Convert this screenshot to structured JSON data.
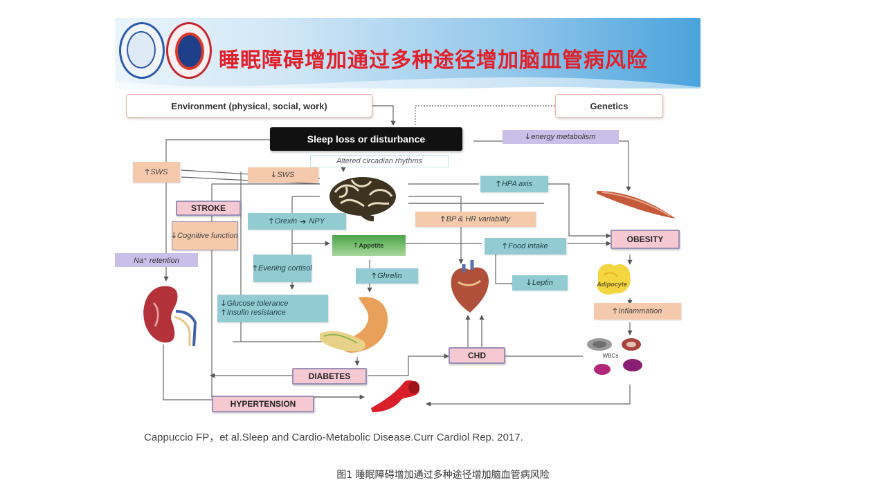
{
  "slide": {
    "title": "睡眠障碍增加通过多种途径增加脑血管病风险",
    "citation": "Cappuccio FP，et al.Sleep and Cardio-Metabolic Disease.Curr Cardiol Rep. 2017."
  },
  "diagram": {
    "environment": "Environment (physical, social, work)",
    "genetics": "Genetics",
    "sleep_loss": "Sleep loss or disturbance",
    "energy_metabolism": "energy metabolism",
    "altered_circadian": "Altered circadian rhythms",
    "sws_up": "SWS",
    "sws_down": "SWS",
    "hpa_axis": "HPA axis",
    "stroke": "STROKE",
    "cognitive_function": "Cognitive function",
    "orexin": "Orexin",
    "npy": "NPY",
    "bp_hr": "BP & HR variability",
    "obesity": "OBESITY",
    "na_retention": "Na⁺ retention",
    "appetite": "Appetite",
    "food_intake": "Food intake",
    "evening_cortisol": "Evening cortisol",
    "ghrelin": "Ghrelin",
    "leptin": "Leptin",
    "adipocyte": "Adipocyte",
    "glucose_tolerance": "Glucose tolerance",
    "insulin_resistance": "Insulin resistance",
    "inflammation": "Inflammation",
    "chd": "CHD",
    "wbcs": "WBCs",
    "diabetes": "DIABETES",
    "hypertension": "HYPERTENSION",
    "up_arrow": "🡑",
    "down_arrow": "🡓",
    "right_arrow": "➔"
  },
  "caption": "图1 睡眠障碍增加通过多种途径增加脑血管病风险",
  "colors": {
    "title_red": "#e0202a",
    "peach": "#f5c9ab",
    "teal": "#93cbd3",
    "pink": "#f6c9d2",
    "lavender": "#c8c0e8"
  }
}
